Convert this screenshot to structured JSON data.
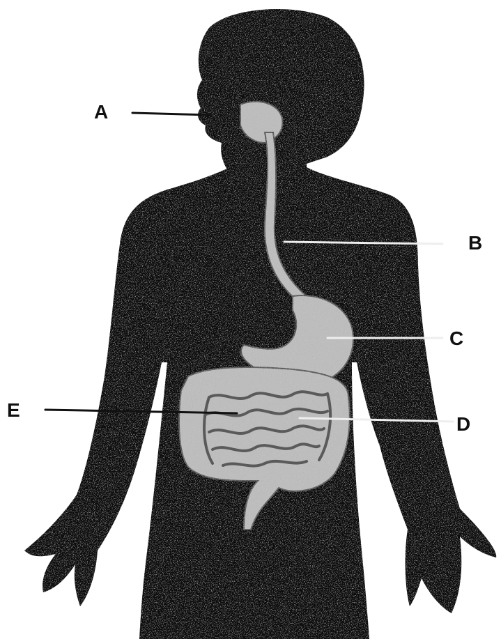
{
  "diagram": {
    "labels": [
      {
        "id": "A",
        "text": "A"
      },
      {
        "id": "B",
        "text": "B"
      },
      {
        "id": "C",
        "text": "C"
      },
      {
        "id": "D",
        "text": "D"
      },
      {
        "id": "E",
        "text": "E"
      }
    ]
  },
  "colors": {
    "silhouette": "#0d0d0d",
    "organ_fill": "#bdbdbd",
    "organ_dark": "#5a5a5a",
    "leader_dark": "#111111",
    "leader_light": "#eeeeee",
    "background": "#ffffff"
  }
}
